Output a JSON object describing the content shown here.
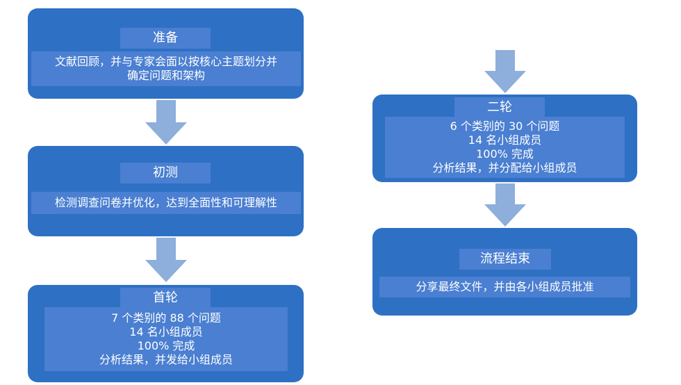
{
  "flow": {
    "prep": {
      "title": "准备",
      "lines": [
        "文献回顾，并与专家会面以按核心主题划分并",
        "确定问题和架构"
      ]
    },
    "pilot": {
      "title": "初测",
      "lines": [
        "检测调查问卷并优化，达到全面性和可理解性"
      ]
    },
    "round1": {
      "title": "首轮",
      "lines": [
        "7 个类别的 88 个问题",
        "14 名小组成员",
        "100% 完成",
        "分析结果，并发给小组成员"
      ]
    },
    "round2": {
      "title": "二轮",
      "lines": [
        "6 个类别的 30 个问题",
        "14 名小组成员",
        "100% 完成",
        "分析结果，并分配给小组成员"
      ]
    },
    "end": {
      "title": "流程结束",
      "lines": [
        "分享最终文件，并由各小组成员批准"
      ]
    }
  },
  "colors": {
    "box": "#2e70c4",
    "inner": "#4a7fd1",
    "arrow": "#8eaedb",
    "text": "#ffffff"
  }
}
